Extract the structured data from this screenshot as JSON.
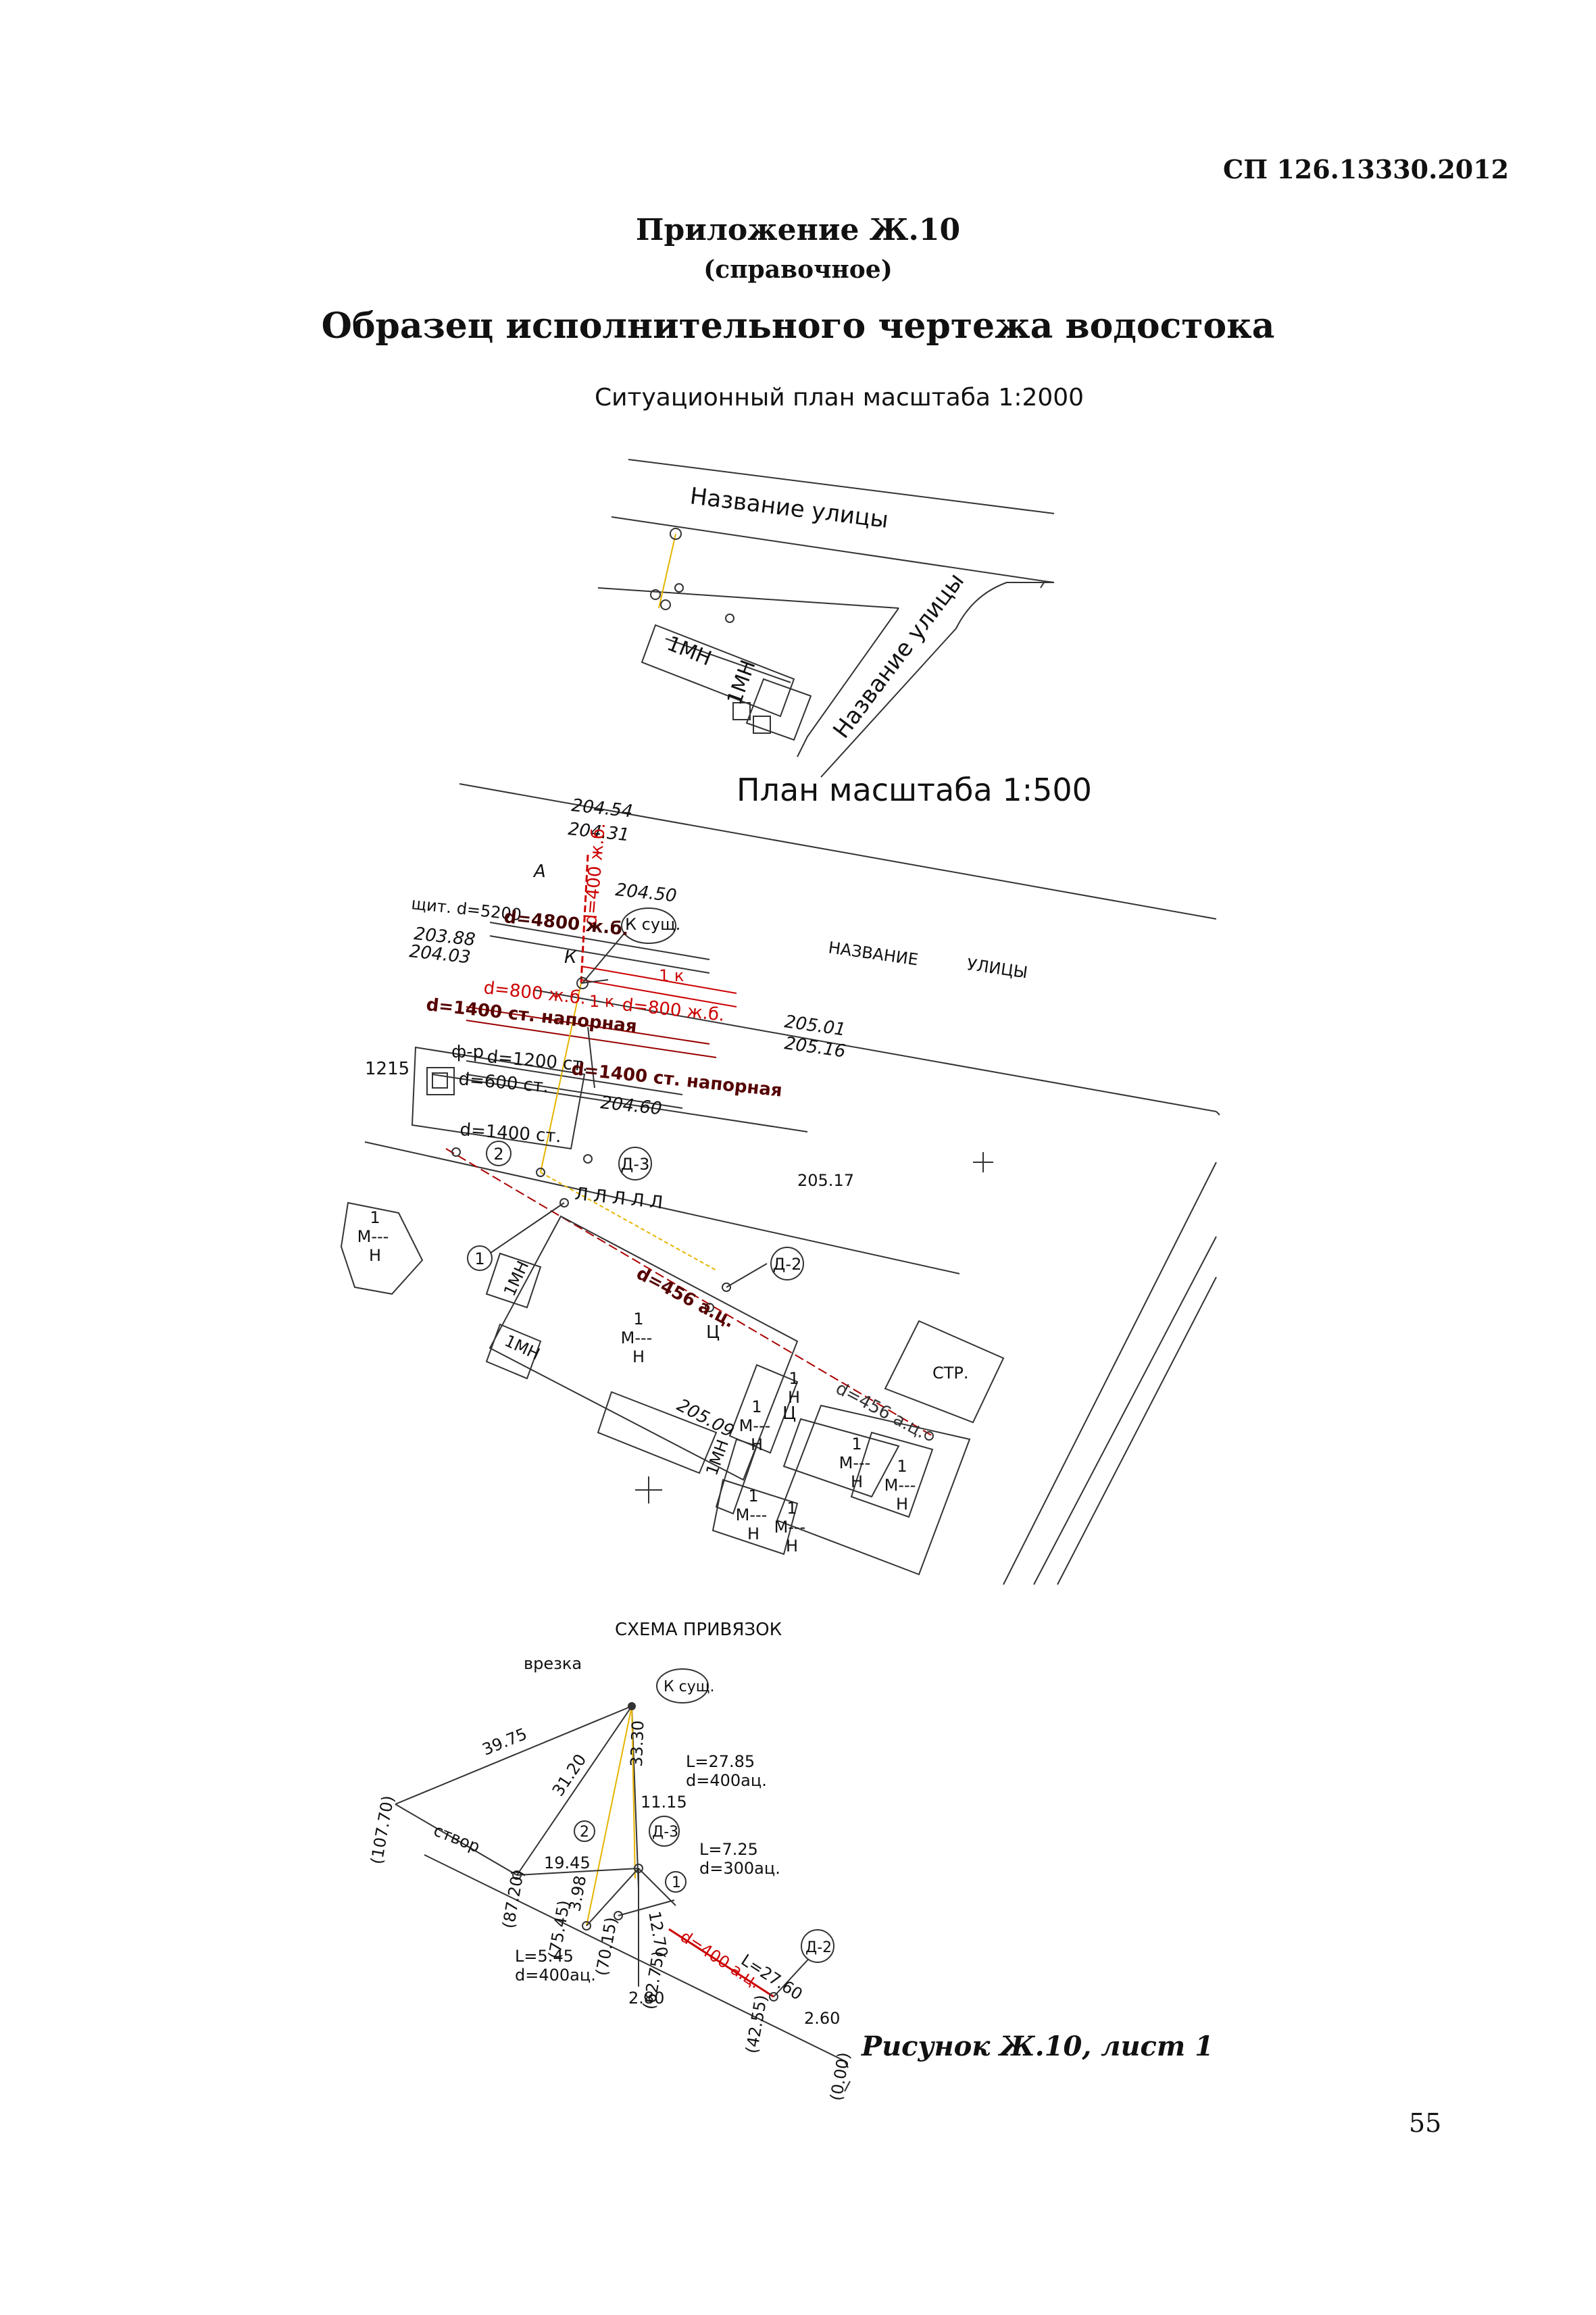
{
  "header": {
    "doc_code": "СП 126.13330.2012",
    "appendix_title": "Приложение Ж.10",
    "appendix_subtitle": "(справочное)",
    "main_title": "Образец исполнительного чертежа водостока"
  },
  "situation_plan": {
    "title": "Ситуационный план масштаба 1:2000",
    "street_1": "Название  улицы",
    "street_2": "Название улицы",
    "bld_1": "1МН",
    "bld_2": "1МН"
  },
  "plan": {
    "title": "План масштаба 1:500",
    "elev_1": "204.54",
    "elev_2": "204.31",
    "label_a": "А",
    "pipe_400": "d=400 ж.б.",
    "elev_3": "204.50",
    "shield": "щит. d=5200",
    "pipe_4800": "d=4800 ж.б.",
    "well_exist": "К сущ.",
    "street_a": "НАЗВАНИЕ",
    "street_b": "УЛИЦЫ",
    "elev_4": "203.88",
    "elev_5": "204.03",
    "label_k": "К",
    "well_1k_a": "1 к",
    "well_1k_b": "1 к",
    "pipe_800_a": "d=800 ж.б.",
    "pipe_800_b": "d=800 ж.б.",
    "pipe_1400_press": "d=1400 ст. напорная",
    "elev_6": "205.01",
    "elev_7": "205.16",
    "label_1215": "1215",
    "filter": "ф-р",
    "pipe_1200": "d=1200 ст.",
    "pipe_1400_press_2": "d=1400 ст. напорная",
    "pipe_600": "d=600 ст.",
    "elev_8": "204.60",
    "pipe_1400": "d=1400 ст.",
    "mark_2": "2",
    "mark_d3": "Д-3",
    "elev_9": "205.17",
    "mark_1": "1",
    "mark_d2": "Д-2",
    "lamps": "Л  Л  Л  Л  Л",
    "pipe_456": "d=456 а.ц.",
    "pipe_456_b": "d=456 а.ц.",
    "bld_type": "1МН",
    "floors": "1",
    "mat_m": "М---",
    "mat_h": "Н",
    "label_c": "Ц",
    "label_str": "СТР.",
    "elev_10": "205.09"
  },
  "scheme": {
    "title": "СХЕМА  ПРИВЯЗОК",
    "insert": "врезка",
    "well_exist": "К сущ.",
    "dim_3975": "39.75",
    "dim_3120": "31.20",
    "dim_3330": "33.30",
    "L_2785": "L=27.85",
    "d_400ac": "d=400ац.",
    "dim_1115": "11.15",
    "ch_10770": "(107.70)",
    "stvor": "створ",
    "mark_2": "2",
    "mark_d3": "Д-3",
    "L_725": "L=7.25",
    "d_300ac": "d=300ац.",
    "dim_1945": "19.45",
    "ch_8720": "(87.20)",
    "dim_398": "3.98",
    "ch_7545": "(75.45)",
    "mark_1": "1",
    "ch_7015": "(70.15)",
    "dim_1270": "12.70",
    "ch_6275": "(62.75)",
    "pipe_400": "d=400 а.ц.",
    "L_2760": "L=27.60",
    "mark_d2": "Д-2",
    "L_545": "L=5.45",
    "d_400ac_2": "d=400ац.",
    "dim_280": "2.80",
    "ch_4255": "(42.55)",
    "dim_260": "2.60",
    "ch_000": "(0.00)"
  },
  "figure_caption": "Рисунок Ж.10, лист 1",
  "page_number": "55"
}
